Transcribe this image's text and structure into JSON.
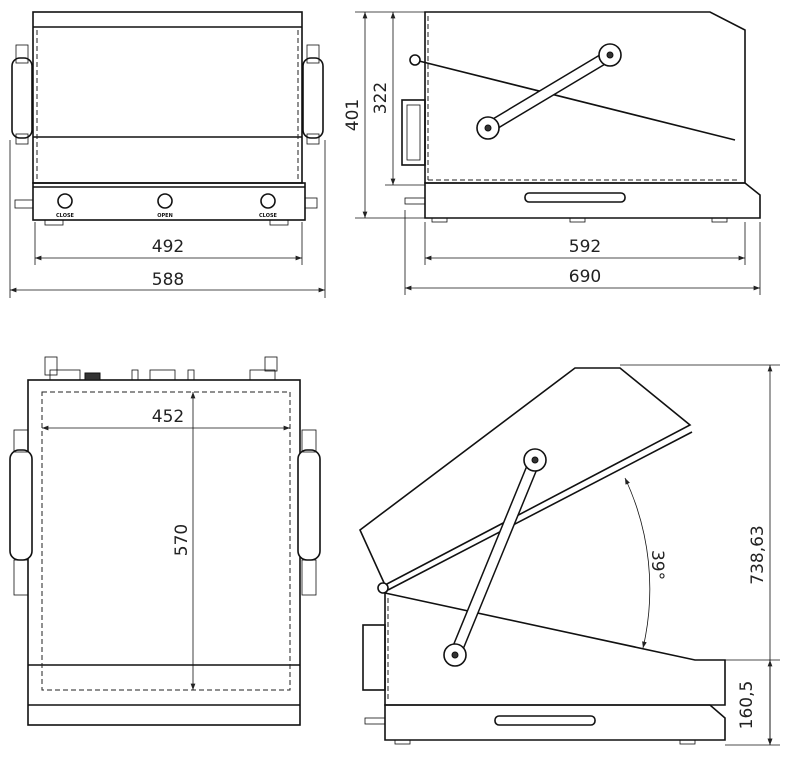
{
  "front_view": {
    "knob_labels": [
      "CLOSE",
      "OPEN",
      "CLOSE"
    ],
    "dim_inner_width": "492",
    "dim_outer_width": "588"
  },
  "side_view": {
    "dim_total_height": "401",
    "dim_body_height": "322",
    "dim_body_length": "592",
    "dim_total_length": "690"
  },
  "top_view": {
    "dim_inner_width": "452",
    "dim_inner_depth": "570"
  },
  "open_view": {
    "dim_open_height": "738,63",
    "dim_base_height": "160,5",
    "dim_opening_angle": "39°"
  }
}
